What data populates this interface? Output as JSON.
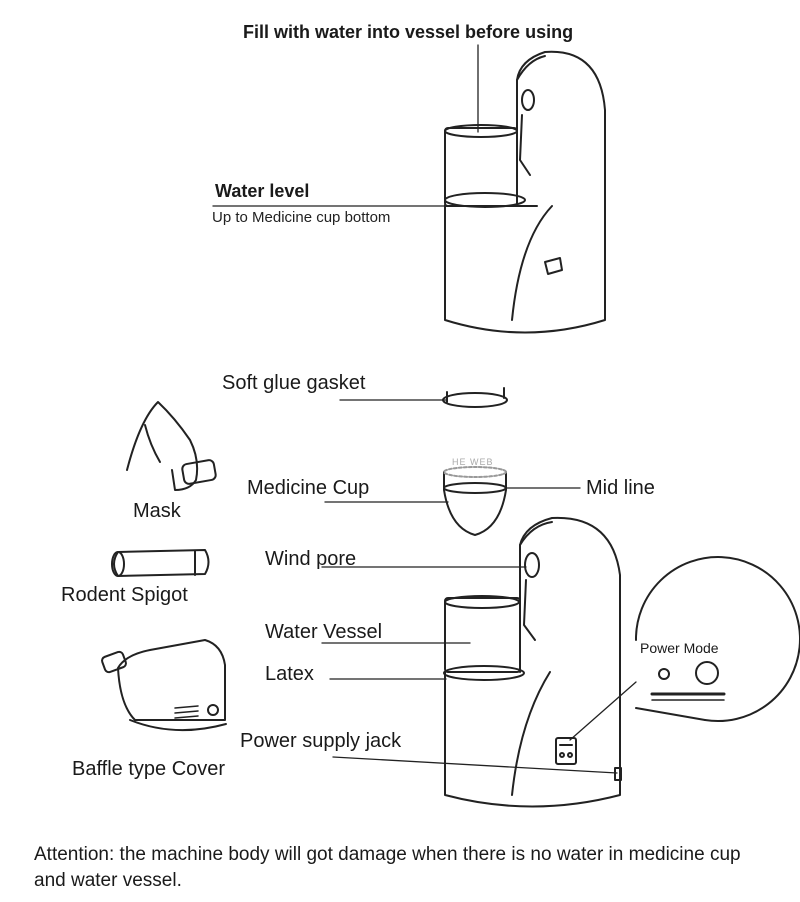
{
  "labels": {
    "fill_instruction": "Fill with water into vessel before using",
    "water_level": "Water level",
    "water_level_note": "Up to Medicine cup bottom",
    "soft_glue_gasket": "Soft glue gasket",
    "mask": "Mask",
    "medicine_cup": "Medicine Cup",
    "mid_line": "Mid line",
    "wind_pore": "Wind pore",
    "rodent_spigot": "Rodent Spigot",
    "water_vessel": "Water Vessel",
    "latex": "Latex",
    "power_mode": "Power Mode",
    "power_supply_jack": "Power supply jack",
    "baffle_cover": "Baffle type Cover",
    "watermark": "HE WEB"
  },
  "attention": "Attention: the machine body will got damage when there is no water in medicine cup and water vessel."
}
